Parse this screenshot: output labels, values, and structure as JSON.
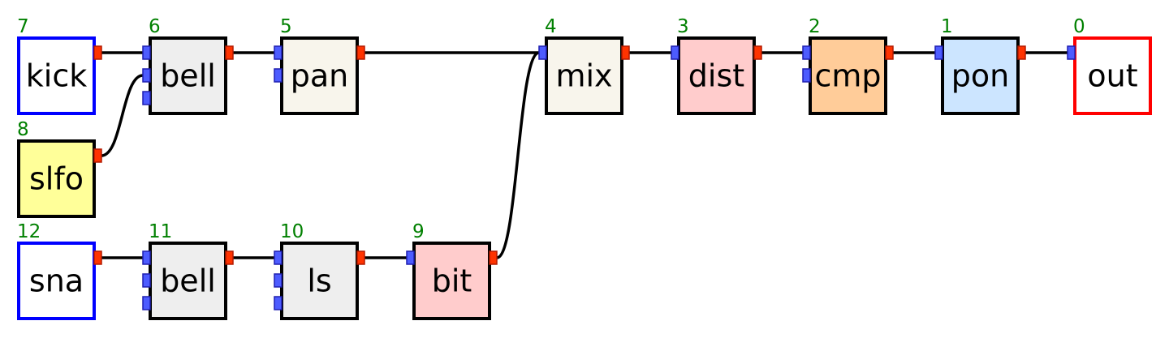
{
  "colors": {
    "id_label": "#008000",
    "edge": "#000000",
    "node_border": "#000000",
    "input_port_fill": "#4d5cff",
    "input_port_stroke": "#1f1fb0",
    "output_port_fill": "#ff3300",
    "output_port_stroke": "#b31a00"
  },
  "nodes": [
    {
      "id": "7",
      "label": "kick",
      "fill": "#ffffff",
      "border": "#0000ff",
      "inputs": 0,
      "outputs": 1
    },
    {
      "id": "6",
      "label": "bell",
      "fill": "#eeeeee",
      "border": "#000000",
      "inputs": 3,
      "outputs": 1
    },
    {
      "id": "5",
      "label": "pan",
      "fill": "#f8f5ec",
      "border": "#000000",
      "inputs": 2,
      "outputs": 1
    },
    {
      "id": "4",
      "label": "mix",
      "fill": "#f8f5ec",
      "border": "#000000",
      "inputs": 1,
      "outputs": 1
    },
    {
      "id": "3",
      "label": "dist",
      "fill": "#ffcccc",
      "border": "#000000",
      "inputs": 1,
      "outputs": 1
    },
    {
      "id": "2",
      "label": "cmp",
      "fill": "#ffcc99",
      "border": "#000000",
      "inputs": 2,
      "outputs": 1
    },
    {
      "id": "1",
      "label": "pon",
      "fill": "#cce5ff",
      "border": "#000000",
      "inputs": 1,
      "outputs": 1
    },
    {
      "id": "0",
      "label": "out",
      "fill": "#ffffff",
      "border": "#ff0000",
      "inputs": 1,
      "outputs": 0
    },
    {
      "id": "8",
      "label": "slfo",
      "fill": "#ffff99",
      "border": "#000000",
      "inputs": 0,
      "outputs": 1
    },
    {
      "id": "12",
      "label": "sna",
      "fill": "#ffffff",
      "border": "#0000ff",
      "inputs": 0,
      "outputs": 1
    },
    {
      "id": "11",
      "label": "bell",
      "fill": "#eeeeee",
      "border": "#000000",
      "inputs": 3,
      "outputs": 1
    },
    {
      "id": "10",
      "label": "ls",
      "fill": "#eeeeee",
      "border": "#000000",
      "inputs": 3,
      "outputs": 1
    },
    {
      "id": "9",
      "label": "bit",
      "fill": "#ffcccc",
      "border": "#000000",
      "inputs": 1,
      "outputs": 1
    }
  ],
  "edges": [
    {
      "from": "7",
      "to": "6",
      "to_port": 0
    },
    {
      "from": "8",
      "to": "6",
      "to_port": 1
    },
    {
      "from": "6",
      "to": "5",
      "to_port": 0
    },
    {
      "from": "5",
      "to": "4",
      "to_port": 0
    },
    {
      "from": "9",
      "to": "4",
      "to_port": 0
    },
    {
      "from": "4",
      "to": "3",
      "to_port": 0
    },
    {
      "from": "3",
      "to": "2",
      "to_port": 0
    },
    {
      "from": "2",
      "to": "1",
      "to_port": 0
    },
    {
      "from": "1",
      "to": "0",
      "to_port": 0
    },
    {
      "from": "12",
      "to": "11",
      "to_port": 0
    },
    {
      "from": "11",
      "to": "10",
      "to_port": 0
    },
    {
      "from": "10",
      "to": "9",
      "to_port": 0
    }
  ]
}
